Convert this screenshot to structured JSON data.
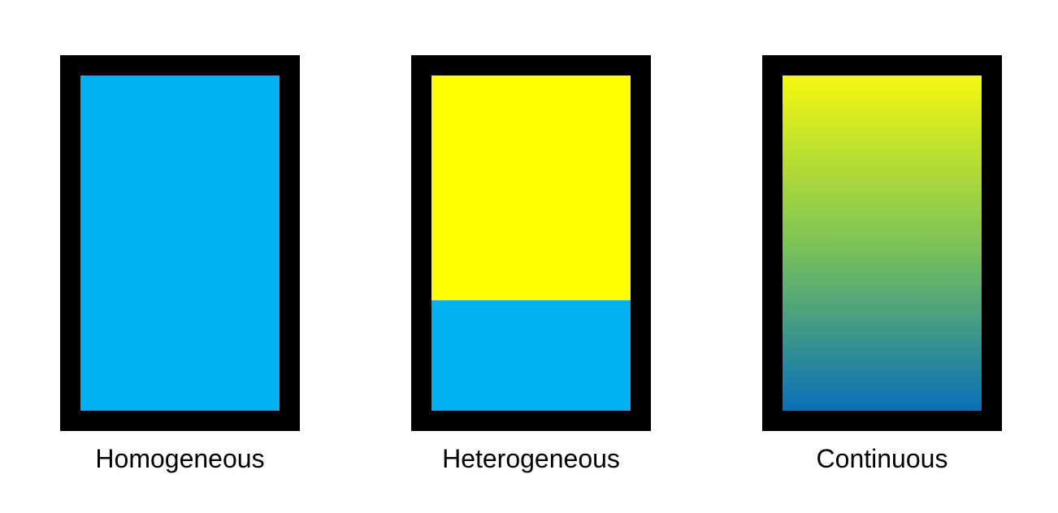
{
  "colors": {
    "frame": "#000000",
    "blue": "#00B0F0",
    "yellow": "#FFFF00",
    "gradient_top": "#F5F80F",
    "gradient_mid": "#7CC456",
    "gradient_bottom": "#0970B8"
  },
  "panels": [
    {
      "label": "Homogeneous",
      "fill_type": "solid",
      "fill_color": "#00B0F0"
    },
    {
      "label": "Heterogeneous",
      "fill_type": "split",
      "top_color": "#FFFF00",
      "bottom_color": "#00B0F0",
      "top_fraction": 0.67
    },
    {
      "label": "Continuous",
      "fill_type": "gradient",
      "gradient_stops": [
        "#F5F80F",
        "#7CC456",
        "#0970B8"
      ]
    }
  ]
}
